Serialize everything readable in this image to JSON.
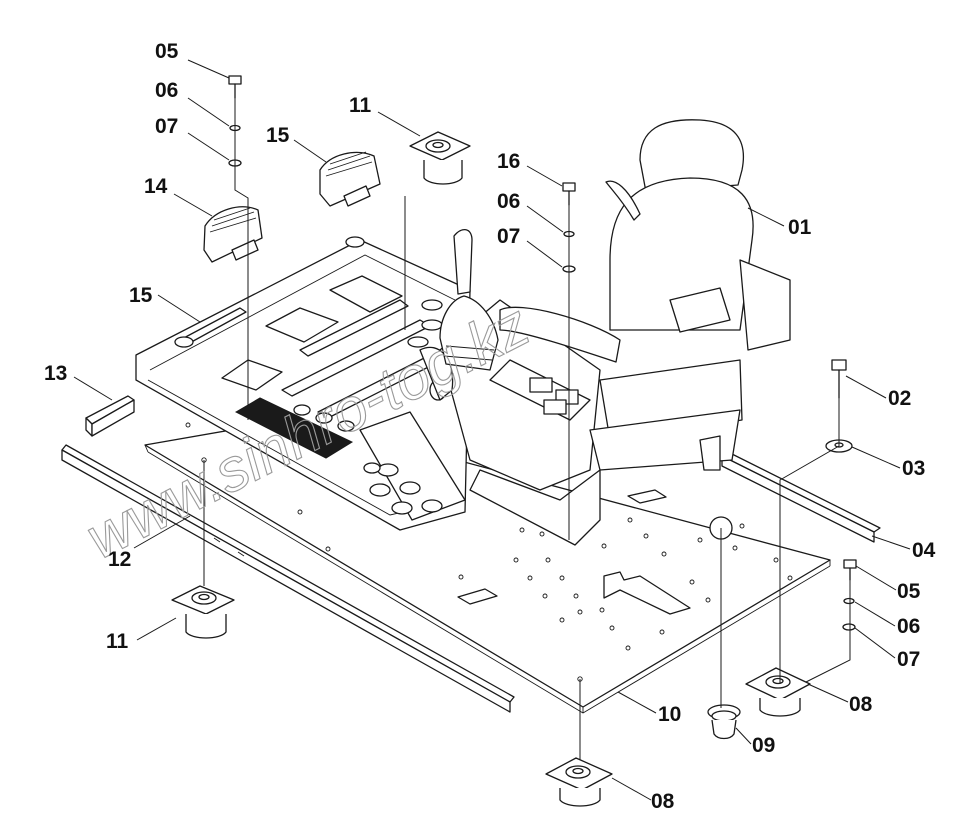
{
  "watermark": "www.sinhro-tog.kz",
  "callouts": [
    {
      "id": "01",
      "label": "01"
    },
    {
      "id": "02",
      "label": "02"
    },
    {
      "id": "03",
      "label": "03"
    },
    {
      "id": "04",
      "label": "04"
    },
    {
      "id": "05a",
      "label": "05"
    },
    {
      "id": "05b",
      "label": "05"
    },
    {
      "id": "06a",
      "label": "06"
    },
    {
      "id": "06b",
      "label": "06"
    },
    {
      "id": "06c",
      "label": "06"
    },
    {
      "id": "07a",
      "label": "07"
    },
    {
      "id": "07b",
      "label": "07"
    },
    {
      "id": "07c",
      "label": "07"
    },
    {
      "id": "08a",
      "label": "08"
    },
    {
      "id": "08b",
      "label": "08"
    },
    {
      "id": "09",
      "label": "09"
    },
    {
      "id": "10",
      "label": "10"
    },
    {
      "id": "11a",
      "label": "11"
    },
    {
      "id": "11b",
      "label": "11"
    },
    {
      "id": "12",
      "label": "12"
    },
    {
      "id": "13",
      "label": "13"
    },
    {
      "id": "14",
      "label": "14"
    },
    {
      "id": "15a",
      "label": "15"
    },
    {
      "id": "15b",
      "label": "15"
    },
    {
      "id": "16",
      "label": "16"
    }
  ]
}
